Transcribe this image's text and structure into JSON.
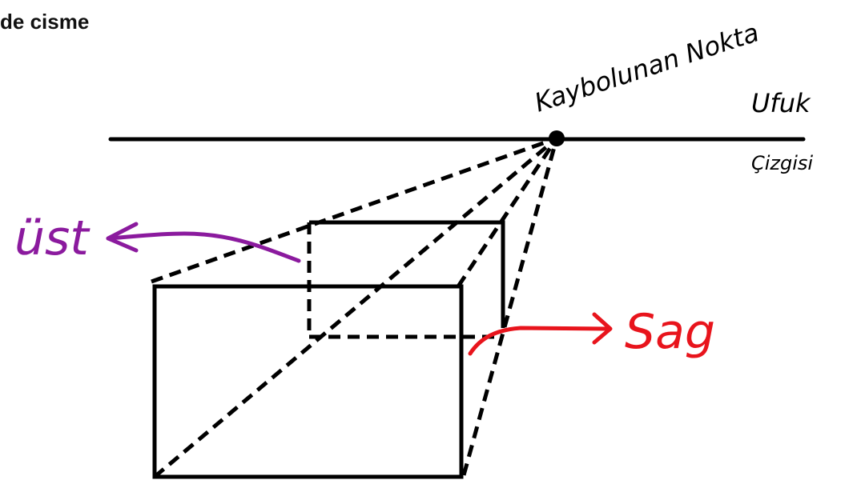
{
  "header": {
    "title": "de cisme"
  },
  "annotations": {
    "vanishing_point_label": "Kaybolunan Nokta",
    "horizon_label_line1": "Ufuk",
    "horizon_label_line2": "Çizgisi",
    "top_label": "üst",
    "right_label": "Sag"
  },
  "colors": {
    "ink": "#000000",
    "top_annotation": "#8b1a9e",
    "right_annotation": "#e8141c"
  }
}
